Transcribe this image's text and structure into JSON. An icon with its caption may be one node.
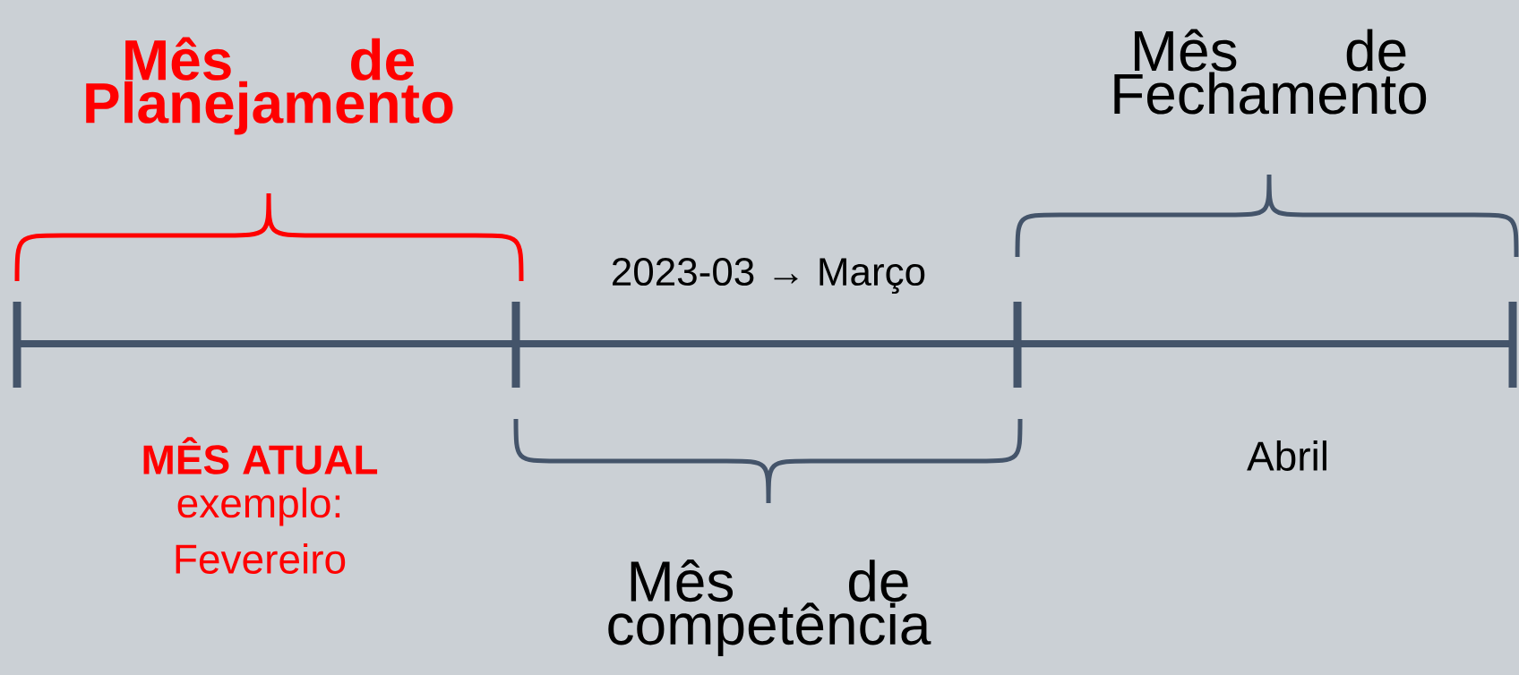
{
  "diagram": {
    "labels": [
      "Mês de Planejamento",
      "Mês de Fechamento",
      "2023-03 → Março",
      "MÊS ATUAL",
      "exemplo:",
      "Fevereiro",
      "Abril",
      "Mês de competência"
    ]
  }
}
